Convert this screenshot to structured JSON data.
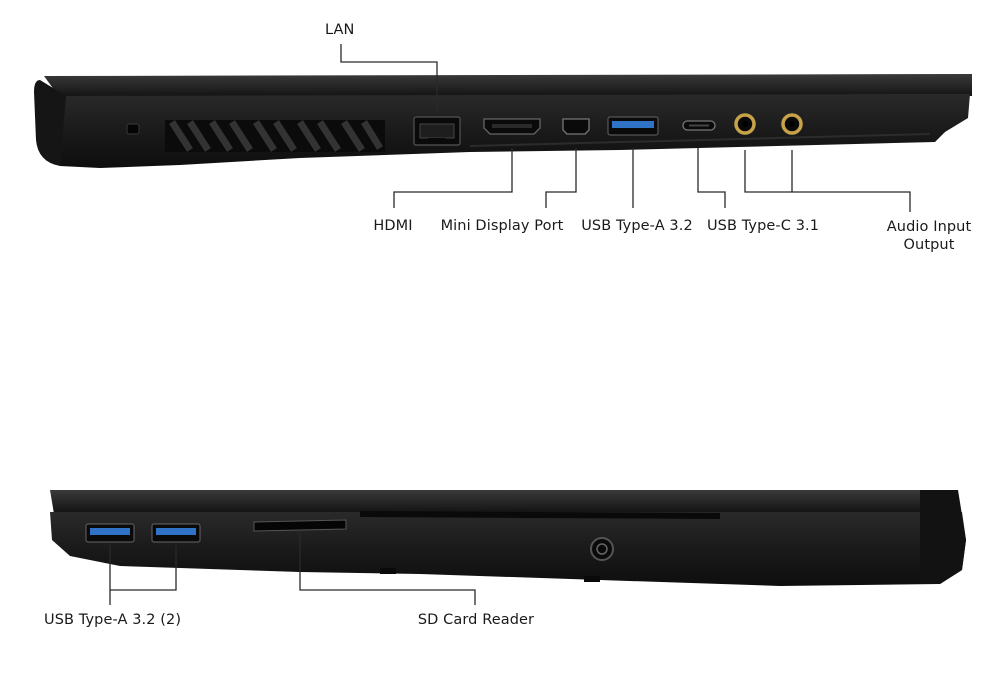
{
  "figure": {
    "top_view": {
      "labels": {
        "lan": "LAN",
        "hdmi": "HDMI",
        "mini_display_port": "Mini Display Port",
        "usb_type_a": "USB Type-A 3.2",
        "usb_type_c": "USB Type-C 3.1",
        "audio_line1": "Audio Input",
        "audio_line2": "Output"
      }
    },
    "bottom_view": {
      "labels": {
        "usb_type_a_pair": "USB Type-A 3.2 (2)",
        "sd_card_reader": "SD Card Reader"
      }
    }
  },
  "colors": {
    "chassis": "#1b1b1b",
    "chassis_dark": "#0d0d0d",
    "usb_blue": "#2f73c9",
    "audio_gold": "#c8a24a",
    "leader_line": "#2a2a2a"
  }
}
